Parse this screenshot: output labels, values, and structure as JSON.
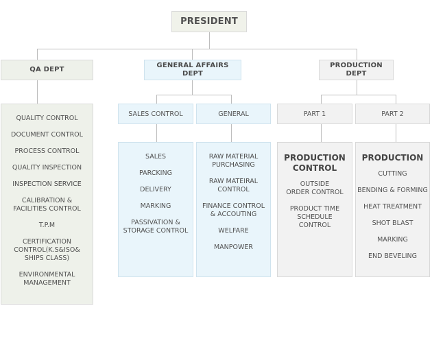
{
  "president": "PRESIDENT",
  "depts": {
    "qa": {
      "title": "QA DEPT",
      "items": [
        "QUALITY CONTROL",
        "DOCUMENT  CONTROL",
        "PROCESS CONTROL",
        "QUALITY INSPECTION",
        "INSPECTION SERVICE",
        "CALIBRATION &\nFACILITIES CONTROL",
        "T.P.M",
        "CERTIFICATION\nCONTROL(K.S&ISO&\nSHIPS CLASS)",
        "ENVIRONMENTAL\nMANAGEMENT"
      ]
    },
    "general_affairs": {
      "title": "GENERAL AFFAIRS\nDEPT",
      "sales_control": {
        "title": "SALES CONTROL",
        "items": [
          "SALES",
          "PARCKING",
          "DELIVERY",
          "MARKING",
          "PASSIVATION  &\nSTORAGE CONTROL"
        ]
      },
      "general": {
        "title": "GENERAL",
        "items": [
          "RAW MATERIAL\nPURCHASING",
          "RAW MATEIRAL\nCONTROL",
          "FINANCE CONTROL\n& ACCOUTING",
          "WELFARE",
          "MANPOWER"
        ]
      }
    },
    "production": {
      "title": "PRODUCTION\nDEPT",
      "part1": {
        "title": "PART 1",
        "heading": "PRODUCTION\nCONTROL",
        "items": [
          "OUTSIDE\nORDER CONTROL",
          "PRODUCT TIME\nSCHEDULE\nCONTROL"
        ]
      },
      "part2": {
        "title": "PART 2",
        "heading": "PRODUCTION",
        "items": [
          "CUTTING",
          "BENDING & FORMING",
          "HEAT TREATMENT",
          "SHOT BLAST",
          "MARKING",
          "END BEVELING"
        ]
      }
    }
  }
}
